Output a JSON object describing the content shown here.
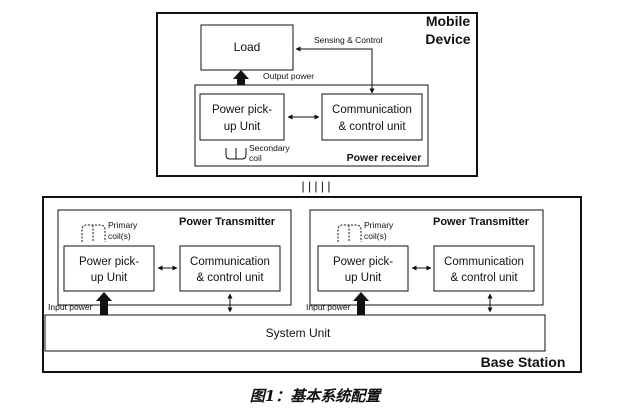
{
  "mobile_device": {
    "title_line1": "Mobile",
    "title_line2": "Device",
    "load": "Load",
    "sensing_control": "Sensing & Control",
    "output_power": "Output power",
    "power_receiver": "Power receiver",
    "pickup_line1": "Power pick-",
    "pickup_line2": "up Unit",
    "comm_line1": "Communication",
    "comm_line2": "& control unit",
    "secondary_line1": "Secondary",
    "secondary_line2": "coil"
  },
  "link_marks": "| | | | |",
  "base_station": {
    "title": "Base Station",
    "system_unit": "System Unit",
    "transmitters": [
      {
        "title": "Power Transmitter",
        "primary_line1": "Primary",
        "primary_line2": "coil(s)",
        "pickup_line1": "Power pick-",
        "pickup_line2": "up Unit",
        "comm_line1": "Communication",
        "comm_line2": "& control unit",
        "input_power": "Input power"
      },
      {
        "title": "Power Transmitter",
        "primary_line1": "Primary",
        "primary_line2": "coil(s)",
        "pickup_line1": "Power pick-",
        "pickup_line2": "up Unit",
        "comm_line1": "Communication",
        "comm_line2": "& control unit",
        "input_power": "Input power"
      }
    ]
  },
  "caption": "图1：基本系统配置"
}
